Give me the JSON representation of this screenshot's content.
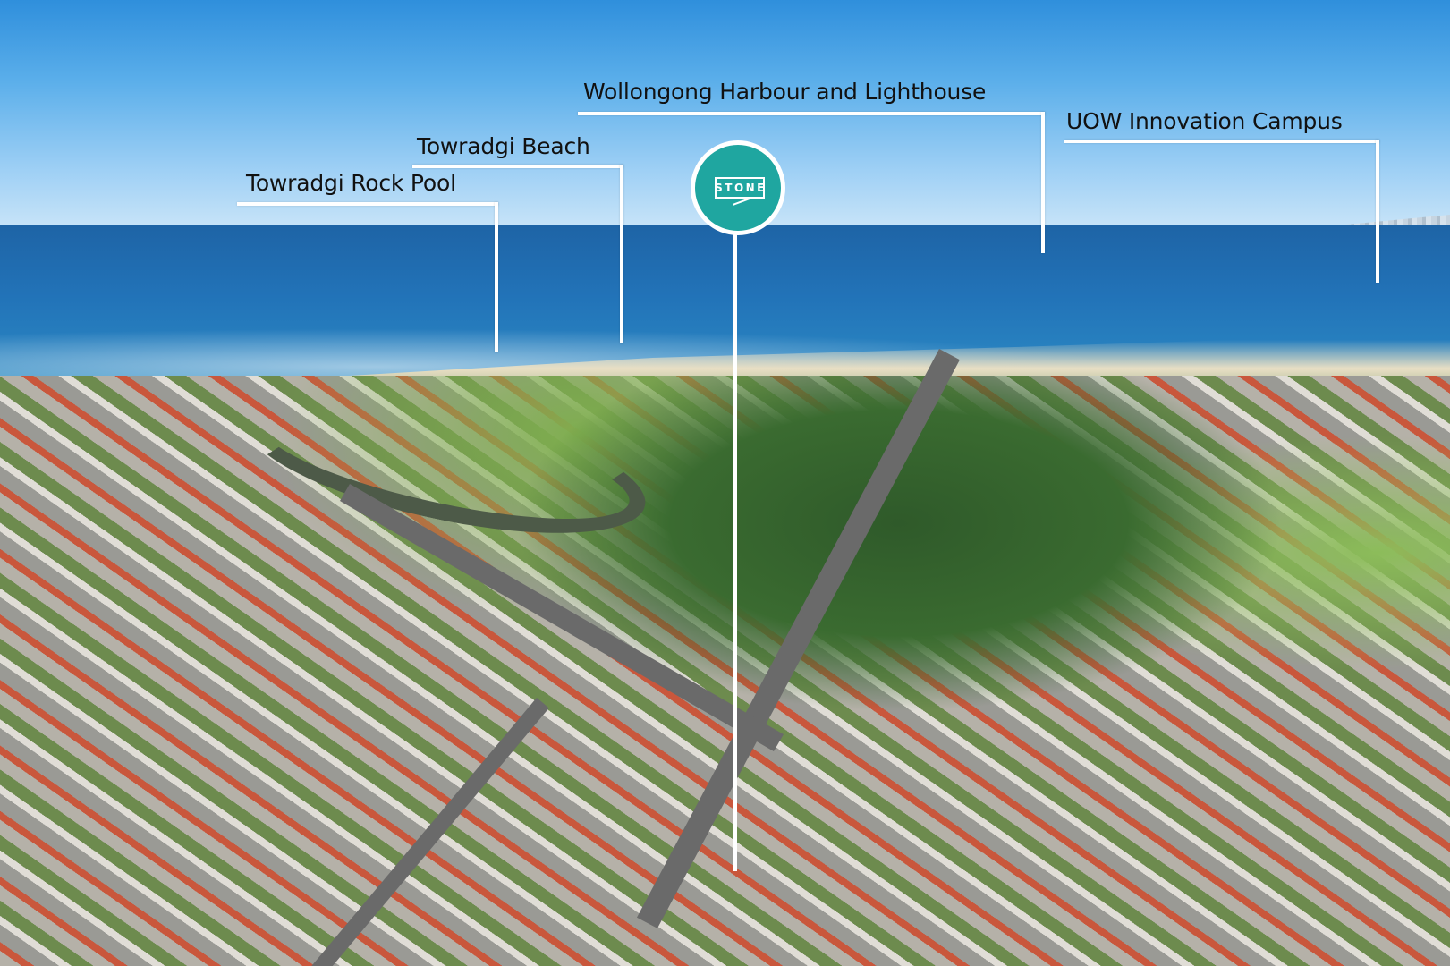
{
  "image": {
    "description": "Aerial photo of a coastal suburb with ocean, beach, lagoon, parkland and streets, annotated with location labels and a brand logo pin",
    "colors": {
      "sky": "#5aaeea",
      "ocean": "#2273b8",
      "logo_teal": "#1fa6a0",
      "label_line": "#ffffff",
      "label_text": "#111111"
    }
  },
  "labels": [
    {
      "id": "towradgi-rock-pool",
      "text": "Towradgi Rock Pool"
    },
    {
      "id": "towradgi-beach",
      "text": "Towradgi Beach"
    },
    {
      "id": "wollongong-harbour",
      "text": "Wollongong Harbour and Lighthouse"
    },
    {
      "id": "uow-innovation-campus",
      "text": "UOW Innovation Campus"
    }
  ],
  "logo": {
    "text": "STONE",
    "icon": "speech-bubble-logo-icon"
  }
}
